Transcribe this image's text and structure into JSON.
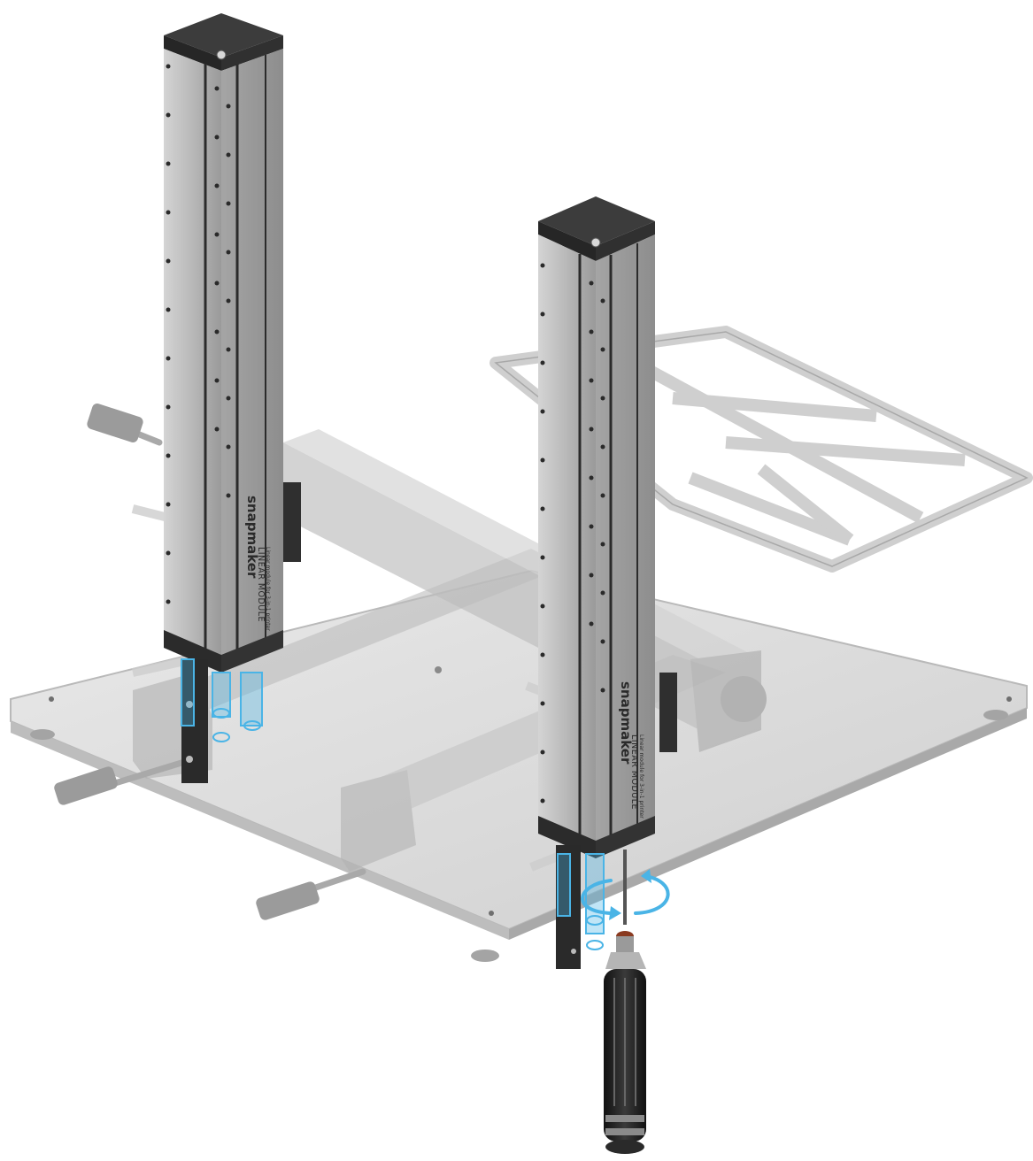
{
  "illustration": {
    "modules": [
      {
        "brand": "snapmaker",
        "label": "LINEAR MODULE",
        "subtext": "Linear module for 3-in-1 printer"
      },
      {
        "brand": "snapmaker",
        "label": "LINEAR MODULE",
        "subtext": "Linear module for 3-in-1 printer"
      }
    ],
    "colors": {
      "aluminum": "#c9c9c9",
      "aluminum_dark": "#9c9c9c",
      "cap": "#2e2e2e",
      "highlight": "#4ab4e6",
      "tool": "#1e1e1e"
    },
    "icons": [
      "rotation-arrow-icon",
      "screwdriver-icon"
    ]
  }
}
